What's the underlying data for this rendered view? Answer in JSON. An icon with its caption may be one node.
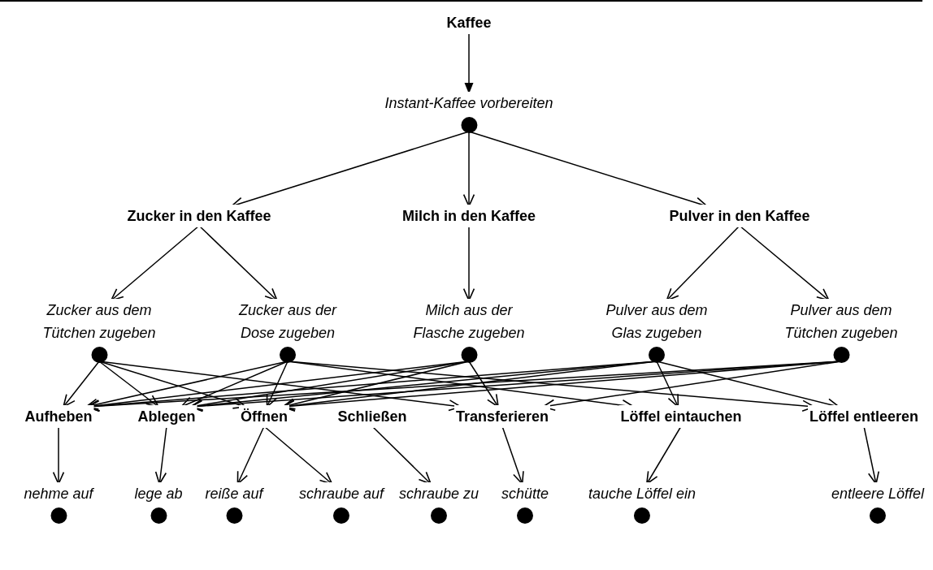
{
  "diagram": {
    "nodes": [
      {
        "text": [
          "Kaffee"
        ]
      },
      {
        "text": [
          "Instant-Kaffee vorbereiten"
        ]
      },
      {
        "text": [
          "Zucker in den Kaffee"
        ]
      },
      {
        "text": [
          "Milch in den Kaffee"
        ]
      },
      {
        "text": [
          "Pulver in den Kaffee"
        ]
      },
      {
        "text": [
          "Zucker aus dem Tütchen zugeben"
        ]
      },
      {
        "text": [
          "Zucker aus der Dose zugeben"
        ]
      },
      {
        "text": [
          "Milch aus der Flasche zugeben"
        ]
      },
      {
        "text": [
          "Pulver aus dem Glas zugeben"
        ]
      },
      {
        "text": [
          "Pulver aus dem Tütchen zugeben"
        ]
      },
      {
        "text": [
          "Aufheben"
        ]
      },
      {
        "text": [
          "Ablegen"
        ]
      },
      {
        "text": [
          "Öffnen"
        ]
      },
      {
        "text": [
          "Schließen"
        ]
      },
      {
        "text": [
          "Transferieren"
        ]
      },
      {
        "text": [
          "Löffel eintauchen"
        ]
      },
      {
        "text": [
          "Löffel entleeren"
        ]
      },
      {
        "text": [
          "nehme auf"
        ]
      },
      {
        "text": [
          "lege ab"
        ]
      },
      {
        "text": [
          "reiße auf"
        ]
      },
      {
        "text": [
          "schraube auf"
        ]
      },
      {
        "text": [
          "schraube zu"
        ]
      },
      {
        "text": [
          "schütte"
        ]
      },
      {
        "text": [
          "tauche Löffel ein"
        ]
      },
      {
        "text": [
          "entleere Löffel"
        ]
      }
    ],
    "edges": [
      {
        "from": 0,
        "to": 1,
        "arrow": "to"
      },
      {
        "from": 1,
        "to": 2,
        "arrow": "to"
      },
      {
        "from": 1,
        "to": 3,
        "arrow": "to"
      },
      {
        "from": 1,
        "to": 4,
        "arrow": "to"
      },
      {
        "from": 2,
        "to": 5,
        "arrow": "to"
      },
      {
        "from": 2,
        "to": 6,
        "arrow": "to"
      },
      {
        "from": 3,
        "to": 7,
        "arrow": "to"
      },
      {
        "from": 4,
        "to": 8,
        "arrow": "to"
      },
      {
        "from": 4,
        "to": 9,
        "arrow": "to"
      },
      {
        "from": 5,
        "to": 10,
        "arrow": "to"
      },
      {
        "from": 5,
        "to": 11,
        "arrow": "to"
      },
      {
        "from": 5,
        "to": 12,
        "arrow": "to"
      },
      {
        "from": 5,
        "to": 14,
        "arrow": "to"
      },
      {
        "from": 6,
        "to": 10,
        "arrow": "to"
      },
      {
        "from": 6,
        "to": 11,
        "arrow": "to"
      },
      {
        "from": 6,
        "to": 12,
        "arrow": "to"
      },
      {
        "from": 6,
        "to": 15,
        "arrow": "to"
      },
      {
        "from": 6,
        "to": 16,
        "arrow": "to"
      },
      {
        "from": 7,
        "to": 10,
        "arrow": "to"
      },
      {
        "from": 7,
        "to": 11,
        "arrow": "to"
      },
      {
        "from": 7,
        "to": 12,
        "arrow": "to"
      },
      {
        "from": 7,
        "to": 14,
        "arrow": "to"
      },
      {
        "from": 8,
        "to": 10,
        "arrow": "to"
      },
      {
        "from": 8,
        "to": 11,
        "arrow": "to"
      },
      {
        "from": 8,
        "to": 12,
        "arrow": "to"
      },
      {
        "from": 8,
        "to": 15,
        "arrow": "to"
      },
      {
        "from": 8,
        "to": 16,
        "arrow": "to"
      },
      {
        "from": 9,
        "to": 10,
        "arrow": "to"
      },
      {
        "from": 9,
        "to": 11,
        "arrow": "to"
      },
      {
        "from": 9,
        "to": 12,
        "arrow": "to"
      },
      {
        "from": 9,
        "to": 14,
        "arrow": "to"
      },
      {
        "from": 10,
        "to": 17,
        "arrow": "to"
      },
      {
        "from": 11,
        "to": 18,
        "arrow": "to"
      },
      {
        "from": 12,
        "to": 19,
        "arrow": "to"
      },
      {
        "from": 12,
        "to": 20,
        "arrow": "to"
      },
      {
        "from": 13,
        "to": 21,
        "arrow": "to"
      },
      {
        "from": 14,
        "to": 22,
        "arrow": "to"
      },
      {
        "from": 15,
        "to": 23,
        "arrow": "to"
      },
      {
        "from": 16,
        "to": 24,
        "arrow": "to"
      }
    ]
  }
}
